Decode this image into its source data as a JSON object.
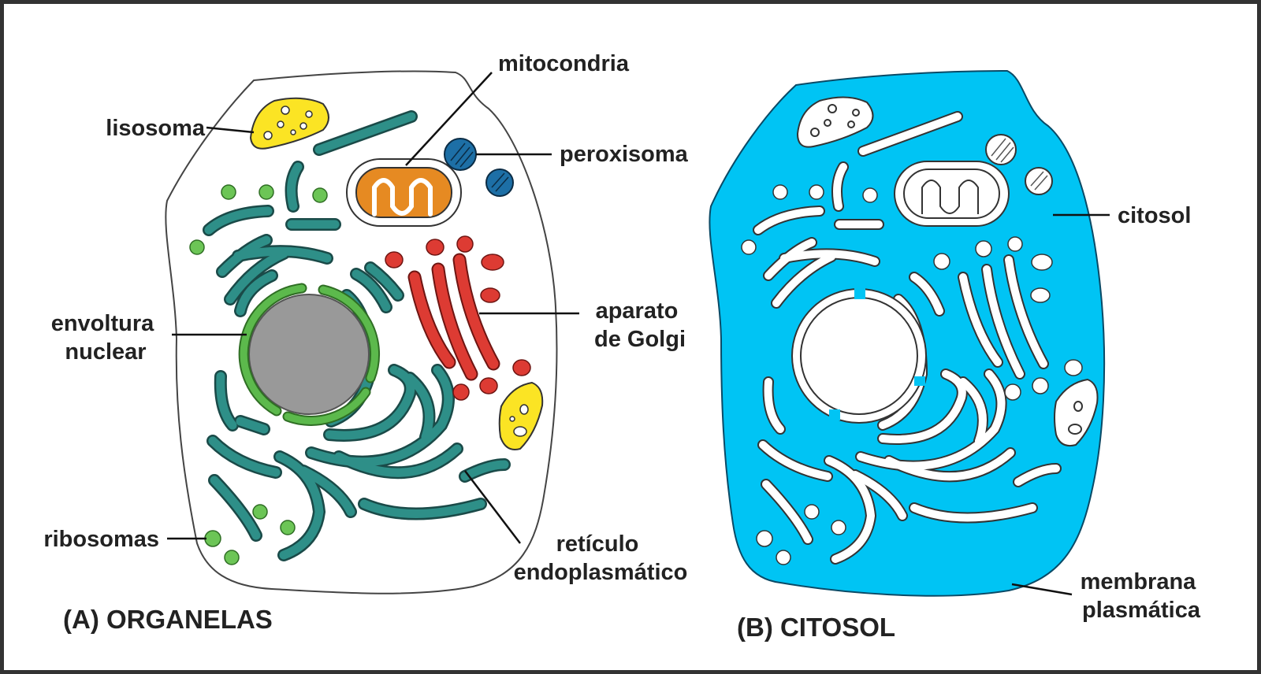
{
  "panels": {
    "a": {
      "caption": "(A) ORGANELAS",
      "labels": {
        "lisosoma": "lisosoma",
        "mitocondria": "mitocondria",
        "peroxisoma": "peroxisoma",
        "envoltura_line1": "envoltura",
        "envoltura_line2": "nuclear",
        "golgi_line1": "aparato",
        "golgi_line2": "de Golgi",
        "ribosomas": "ribosomas",
        "reticulo_line1": "retículo",
        "reticulo_line2": "endoplasmático"
      }
    },
    "b": {
      "caption": "(B) CITOSOL",
      "labels": {
        "citosol": "citosol",
        "membrana_line1": "membrana",
        "membrana_line2": "plasmática"
      }
    }
  },
  "colors": {
    "frame": "#333333",
    "cell_fill_a": "#ffffff",
    "cytosol": "#00c4f4",
    "er": "#2e8f88",
    "nucleus": "#999999",
    "nuclear_envelope": "#5cb94c",
    "golgi": "#dd3b33",
    "mitochondria": "#e68a22",
    "lysosome": "#fbe424",
    "peroxisome": "#1d6fa6",
    "ribosome": "#6cc556"
  }
}
